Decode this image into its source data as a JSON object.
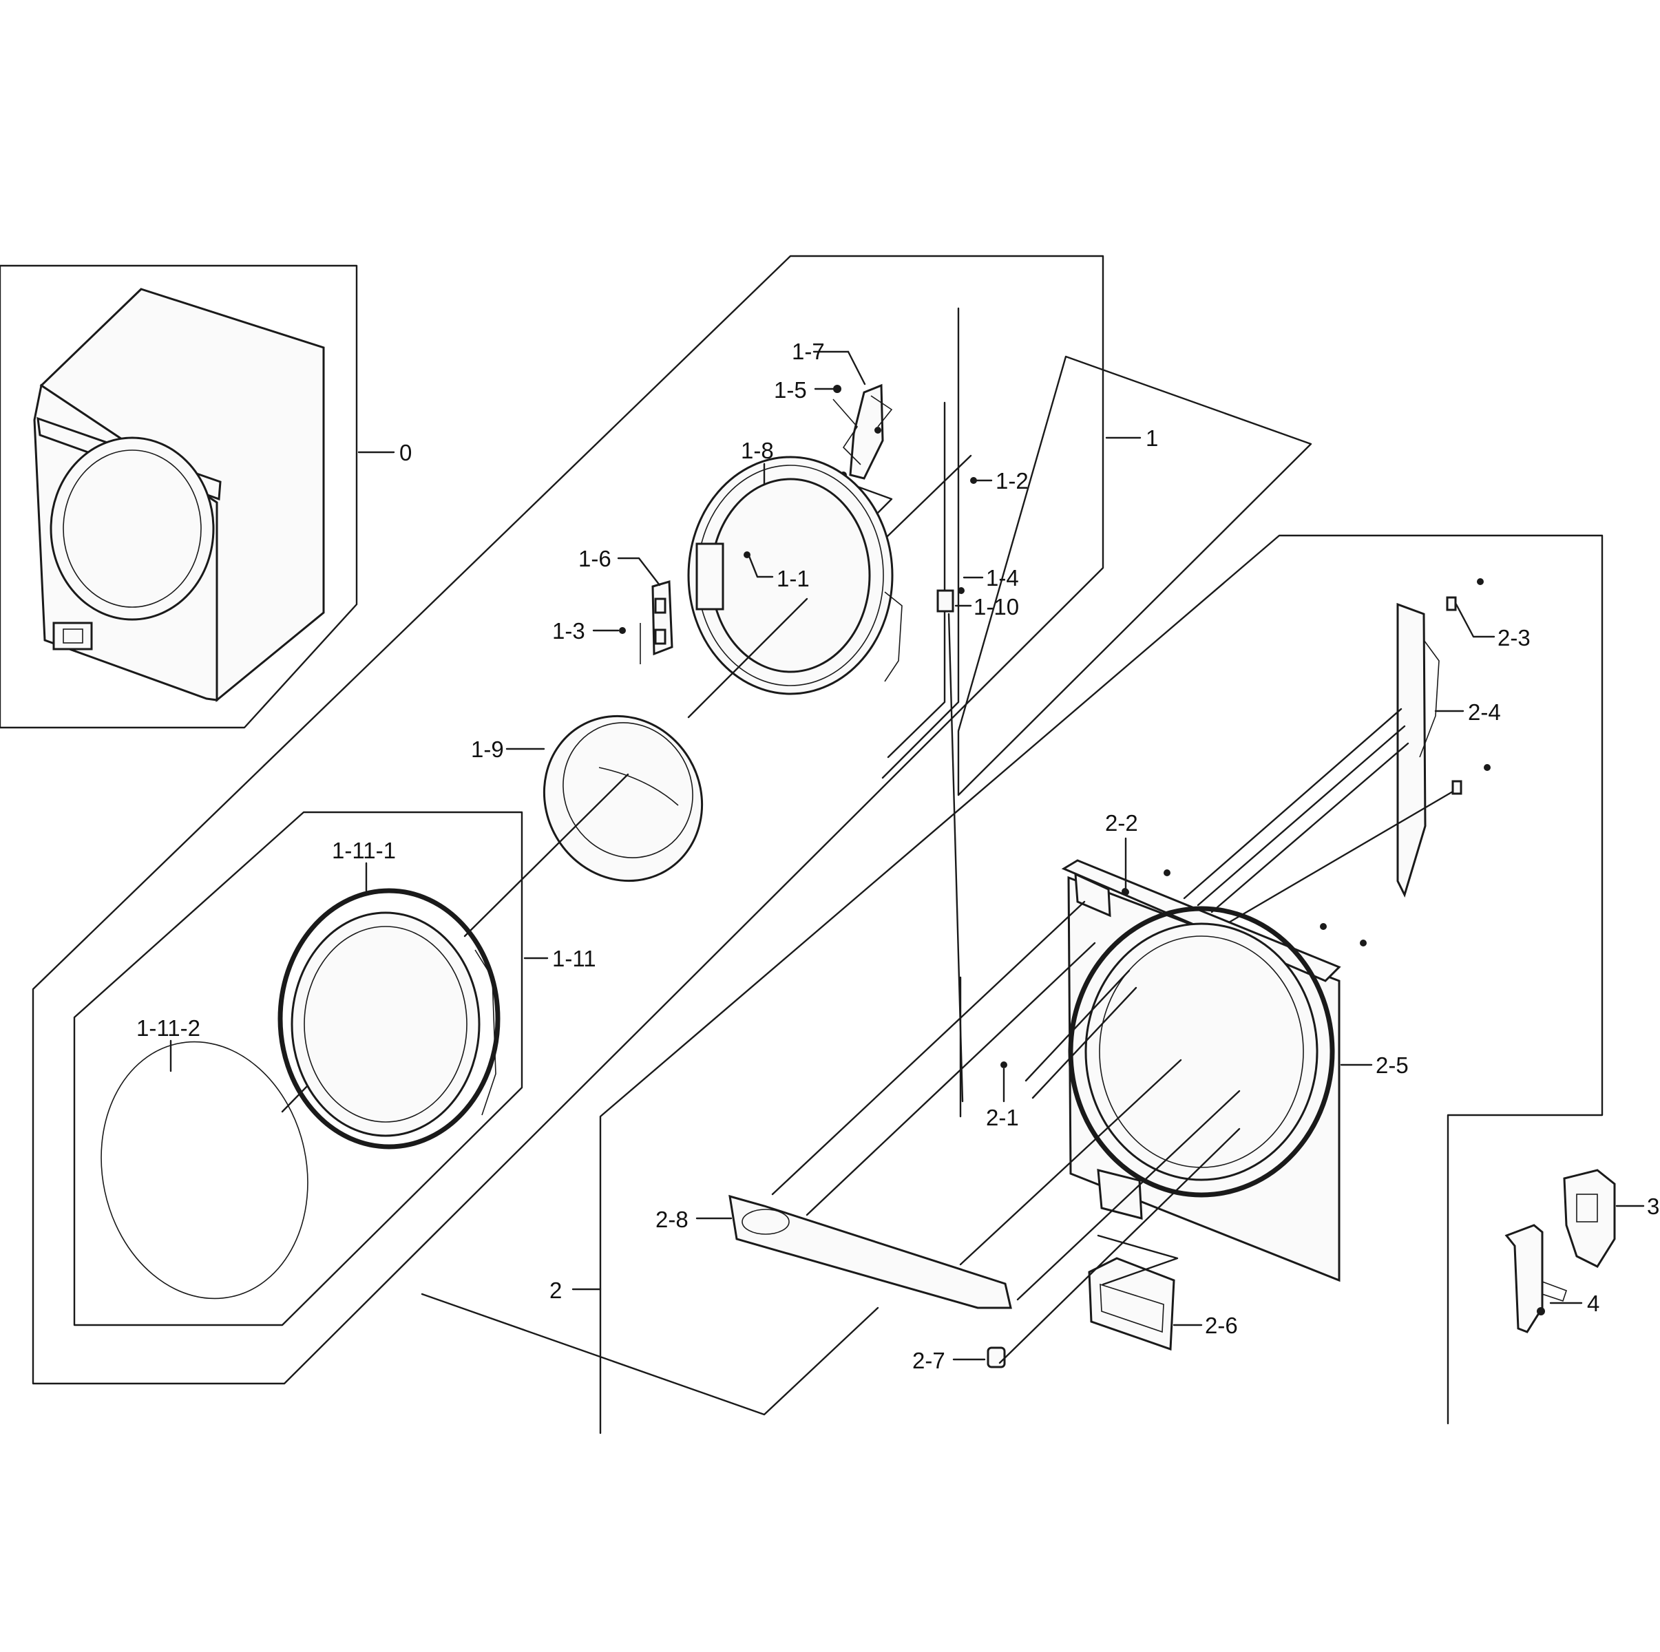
{
  "callouts": {
    "c0": "0",
    "c1": "1",
    "c1_1": "1-1",
    "c1_2": "1-2",
    "c1_3": "1-3",
    "c1_4": "1-4",
    "c1_5": "1-5",
    "c1_6": "1-6",
    "c1_7": "1-7",
    "c1_8": "1-8",
    "c1_9": "1-9",
    "c1_10": "1-10",
    "c1_11": "1-11",
    "c1_11_1": "1-11-1",
    "c1_11_2": "1-11-2",
    "c2": "2",
    "c2_1": "2-1",
    "c2_2": "2-2",
    "c2_3": "2-3",
    "c2_4": "2-4",
    "c2_5": "2-5",
    "c2_6": "2-6",
    "c2_7": "2-7",
    "c2_8": "2-8",
    "c3": "3",
    "c4": "4"
  }
}
